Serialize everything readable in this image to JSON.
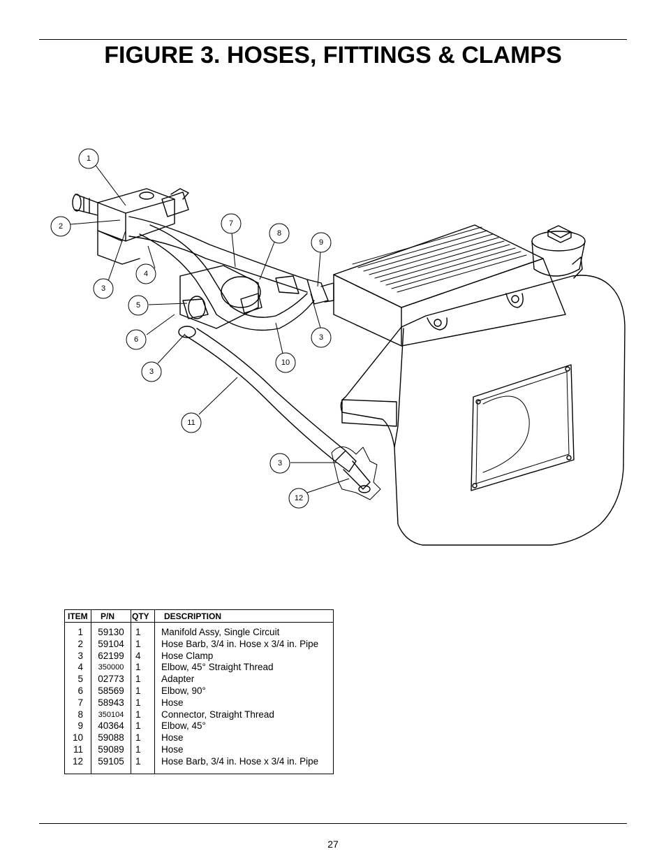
{
  "title": "FIGURE 3.  HOSES, FITTINGS & CLAMPS",
  "callouts": [
    "1",
    "2",
    "3",
    "4",
    "5",
    "6",
    "3",
    "7",
    "8",
    "9",
    "3",
    "10",
    "11",
    "3",
    "12"
  ],
  "table": {
    "headers": {
      "item": "ITEM",
      "pn": "P/N",
      "qty": "QTY",
      "desc": "DESCRIPTION"
    },
    "rows": [
      {
        "item": "1",
        "pn": "59130",
        "qty": "1",
        "desc": "Manifold Assy, Single Circuit"
      },
      {
        "item": "2",
        "pn": "59104",
        "qty": "1",
        "desc": "Hose Barb, 3/4 in. Hose x 3/4 in. Pipe"
      },
      {
        "item": "3",
        "pn": "62199",
        "qty": "4",
        "desc": "Hose Clamp"
      },
      {
        "item": "4",
        "pn": "350000",
        "qty": "1",
        "desc": "Elbow, 45° Straight Thread"
      },
      {
        "item": "5",
        "pn": "02773",
        "qty": "1",
        "desc": "Adapter"
      },
      {
        "item": "6",
        "pn": "58569",
        "qty": "1",
        "desc": "Elbow, 90°"
      },
      {
        "item": "7",
        "pn": "58943",
        "qty": "1",
        "desc": "Hose"
      },
      {
        "item": "8",
        "pn": "350104",
        "qty": "1",
        "desc": "Connector, Straight Thread"
      },
      {
        "item": "9",
        "pn": "40364",
        "qty": "1",
        "desc": "Elbow, 45°"
      },
      {
        "item": "10",
        "pn": "59088",
        "qty": "1",
        "desc": "Hose"
      },
      {
        "item": "11",
        "pn": "59089",
        "qty": "1",
        "desc": "Hose"
      },
      {
        "item": "12",
        "pn": "59105",
        "qty": "1",
        "desc": "Hose Barb, 3/4 in. Hose x 3/4 in. Pipe"
      }
    ]
  },
  "page_number": "27"
}
